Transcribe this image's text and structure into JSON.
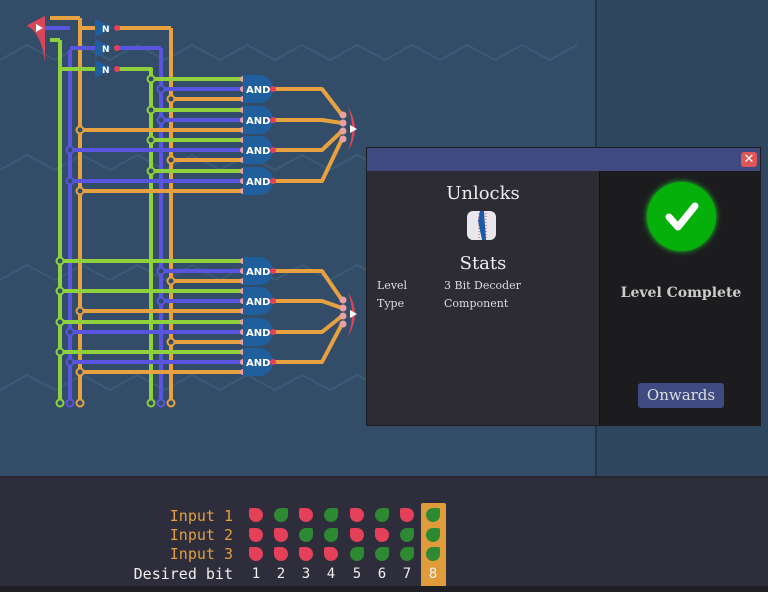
{
  "circuit": {
    "not_gate_label": "N",
    "and_gate_label": "AND",
    "wire_colors": {
      "green": "#8ed13c",
      "blue": "#5a55e0",
      "orange": "#e7a13f"
    },
    "io_color": "#d9465a"
  },
  "dialog": {
    "unlocks_title": "Unlocks",
    "unlock_icon": "decoder-component-icon",
    "stats_title": "Stats",
    "stats": [
      {
        "label": "Level",
        "value": "3 Bit Decoder"
      },
      {
        "label": "Type",
        "value": "Component"
      }
    ],
    "status": "Level Complete",
    "status_icon": "checkmark-icon",
    "onwards_label": "Onwards",
    "close_icon": "close-icon"
  },
  "truth_table": {
    "rows": [
      {
        "label": "Input 1",
        "values": [
          0,
          1,
          0,
          1,
          0,
          1,
          0,
          1
        ]
      },
      {
        "label": "Input 2",
        "values": [
          0,
          0,
          1,
          1,
          0,
          0,
          1,
          1
        ]
      },
      {
        "label": "Input 3",
        "values": [
          0,
          0,
          0,
          0,
          1,
          1,
          1,
          1
        ]
      }
    ],
    "desired_label": "Desired bit",
    "columns": [
      "1",
      "2",
      "3",
      "4",
      "5",
      "6",
      "7",
      "8"
    ],
    "current_column": 8,
    "colors": {
      "on": "#2e8a32",
      "off": "#e5405a",
      "highlight": "#e09c3a"
    }
  }
}
